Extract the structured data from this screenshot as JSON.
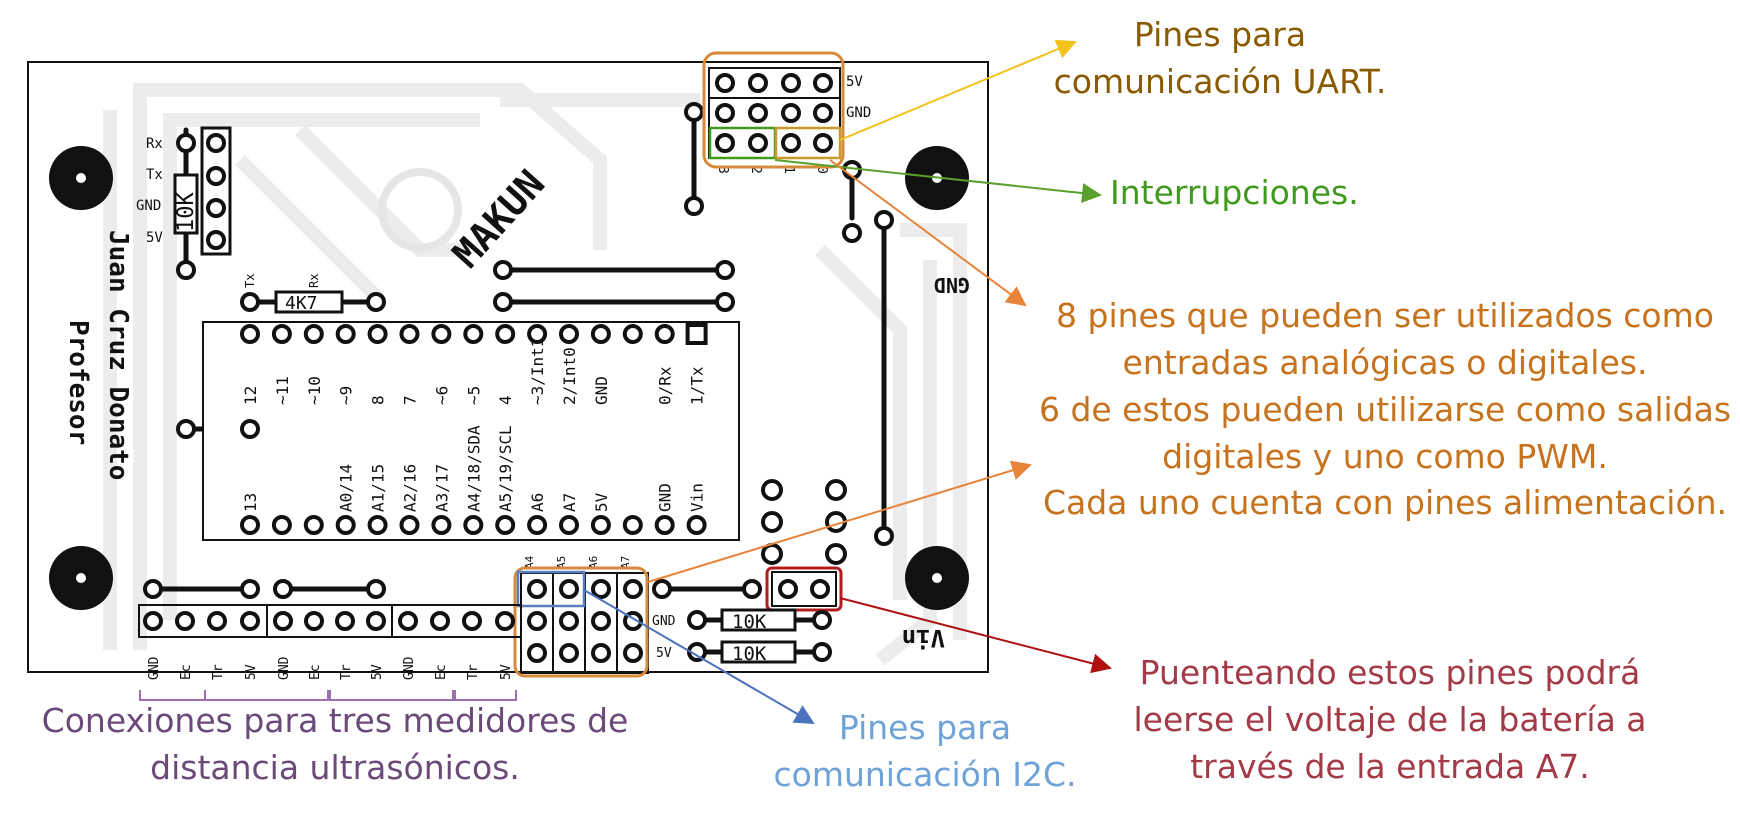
{
  "colors": {
    "uart": "#8a5a00",
    "interrupts": "#3f9a1e",
    "analog": "#c7721c",
    "i2c": "#6fa3d8",
    "battery": "#a33a47",
    "ultrasonic": "#6b4a7a"
  },
  "annotations": {
    "uart": [
      "Pines para",
      "comunicación UART."
    ],
    "interrupts": [
      "Interrupciones."
    ],
    "analog": [
      "8 pines que pueden ser utilizados como",
      "entradas analógicas o digitales.",
      "6 de estos pueden utilizarse como salidas",
      "digitales y uno como PWM.",
      "Cada uno cuenta con pines alimentación."
    ],
    "i2c": [
      "Pines para",
      "comunicación I2C."
    ],
    "battery": [
      "Puenteando estos pines podrá",
      "leerse el voltaje de la batería a",
      "través de la entrada A7."
    ],
    "ultrasonic": [
      "Conexiones para tres medidores de",
      "distancia ultrasónicos."
    ]
  },
  "board": {
    "top_pin_labels": [
      "12",
      "~11",
      "~10",
      "~9",
      "8",
      "7",
      "~6",
      "~5",
      "4",
      "~3/Int1",
      "2/Int0",
      "GND",
      "",
      "0/Rx",
      "1/Tx"
    ],
    "bottom_pin_labels": [
      "13",
      "",
      "",
      "A0/14",
      "A1/15",
      "A2/16",
      "A3/17",
      "A4/18/SDA",
      "A5/19/SCL",
      "A6",
      "A7",
      "5V",
      "",
      "GND",
      "Vin"
    ],
    "left_header_labels": [
      "Rx",
      "Tx",
      "GND",
      "5V"
    ],
    "resistor_left": "10K",
    "resistor_top": "4K7",
    "resistor_top_tx": "Tx",
    "resistor_top_rx": "Rx",
    "resistors_right": [
      "10K",
      "10K"
    ],
    "uart_header_row_labels": [
      "5V",
      "GND"
    ],
    "uart_header_col_labels": [
      "3",
      "2",
      "1",
      "0"
    ],
    "analog_header_col_labels": [
      "A4",
      "A5",
      "A6",
      "A7"
    ],
    "analog_header_row_labels": [
      "GND",
      "5V"
    ],
    "ultrasonic_labels": [
      "GND",
      "Ec",
      "Tr",
      "5V",
      "GND",
      "Ec",
      "Tr",
      "5V",
      "GND",
      "Ec",
      "Tr",
      "5V"
    ],
    "watermark_brand": "MAKUN",
    "watermark_author": "Juan Cruz Donato",
    "watermark_role": "Profesor",
    "watermark_gnd": "GND",
    "watermark_vin": "Vin"
  }
}
